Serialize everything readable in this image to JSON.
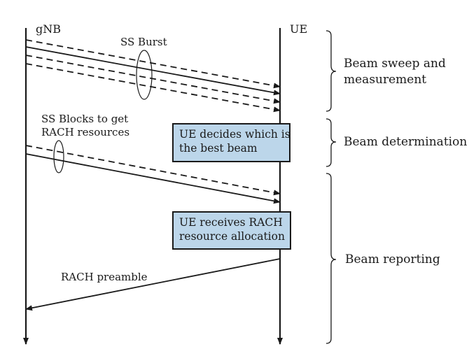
{
  "entities": {
    "gnb": "gNB",
    "ue": "UE"
  },
  "annotations": {
    "ss_burst": "SS Burst",
    "ss_blocks_line1": "SS Blocks to get",
    "ss_blocks_line2": "RACH resources",
    "rach_preamble": "RACH preamble"
  },
  "boxes": {
    "decide_line1": "UE decides which is",
    "decide_line2": "the best beam",
    "alloc_line1": "UE receives RACH",
    "alloc_line2": "resource allocation"
  },
  "phases": {
    "sweep_line1": "Beam sweep and",
    "sweep_line2": "measurement",
    "determination": "Beam determination",
    "reporting": "Beam reporting"
  },
  "colors": {
    "box_fill": "#bcd6ea",
    "stroke": "#1a1a1a"
  }
}
